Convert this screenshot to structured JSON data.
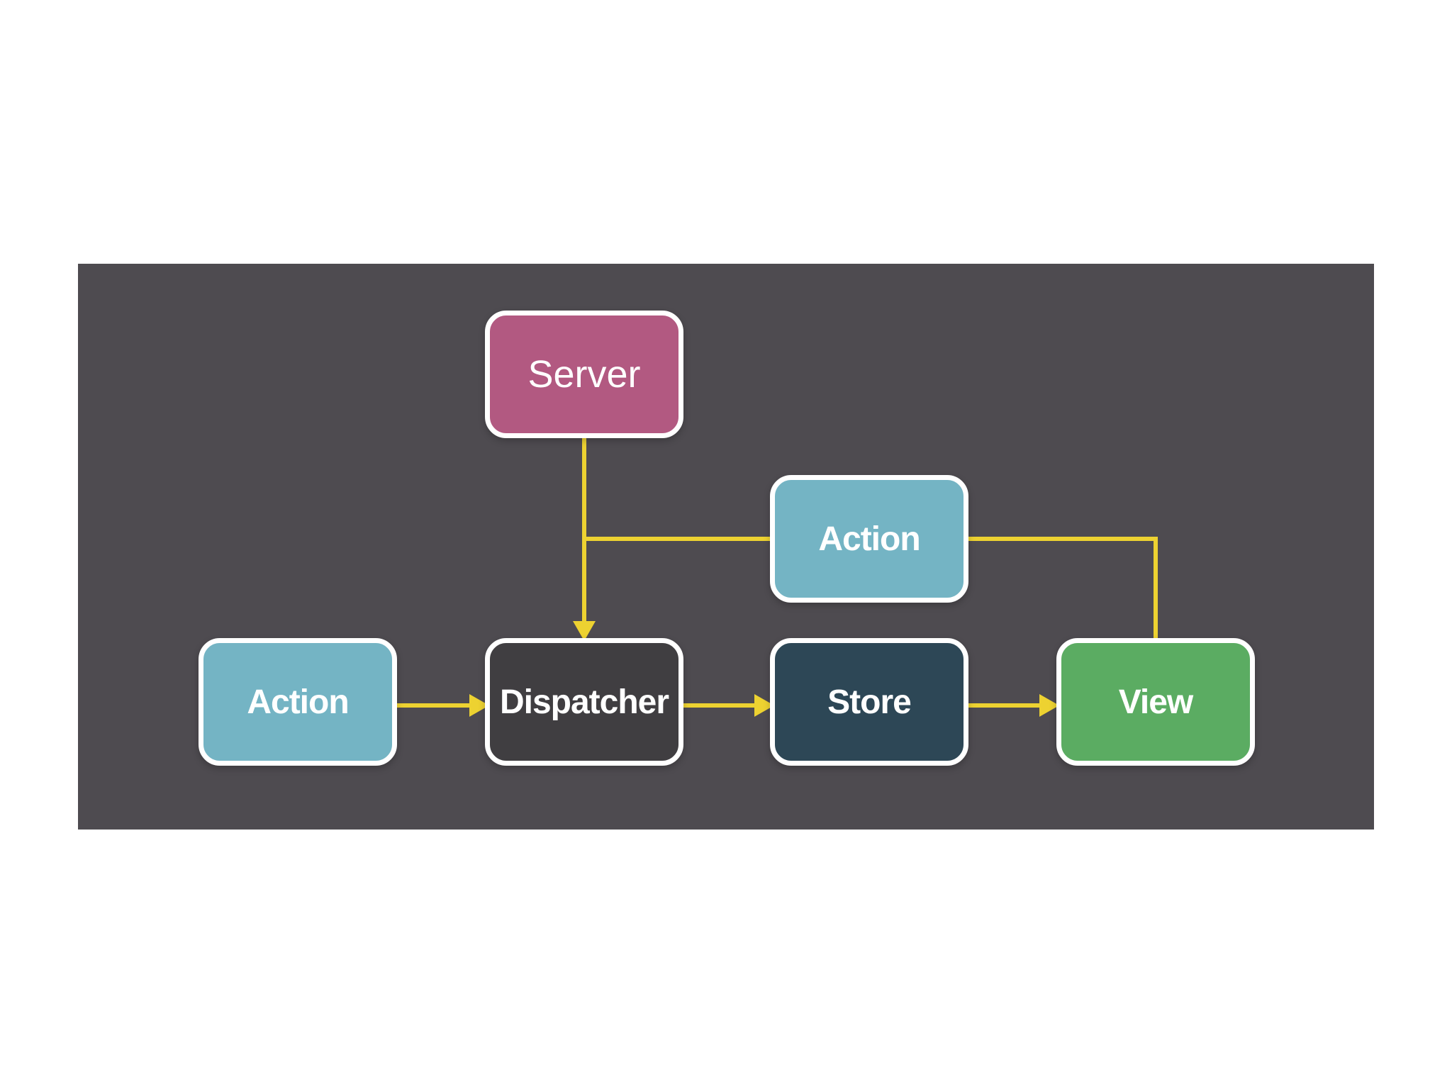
{
  "canvas": {
    "page_background": "#ffffff",
    "panel_color": "#4e4b50",
    "connector_color": "#edd231",
    "node_border_color": "#ffffff",
    "label_color": "#ffffff"
  },
  "nodes": {
    "server": {
      "label": "Server",
      "fill": "#b25981"
    },
    "action_top": {
      "label": "Action",
      "fill": "#74b4c4"
    },
    "action_left": {
      "label": "Action",
      "fill": "#74b4c4"
    },
    "dispatcher": {
      "label": "Dispatcher",
      "fill": "#403e41"
    },
    "store": {
      "label": "Store",
      "fill": "#2d4756"
    },
    "view": {
      "label": "View",
      "fill": "#5bac62"
    }
  },
  "edges": [
    {
      "from": "server",
      "to": "dispatcher",
      "arrowhead": true
    },
    {
      "from": "server",
      "to": "action_top",
      "arrowhead": false
    },
    {
      "from": "action_top",
      "to": "view",
      "arrowhead": false
    },
    {
      "from": "action_left",
      "to": "dispatcher",
      "arrowhead": true
    },
    {
      "from": "dispatcher",
      "to": "store",
      "arrowhead": true
    },
    {
      "from": "store",
      "to": "view",
      "arrowhead": true
    }
  ]
}
